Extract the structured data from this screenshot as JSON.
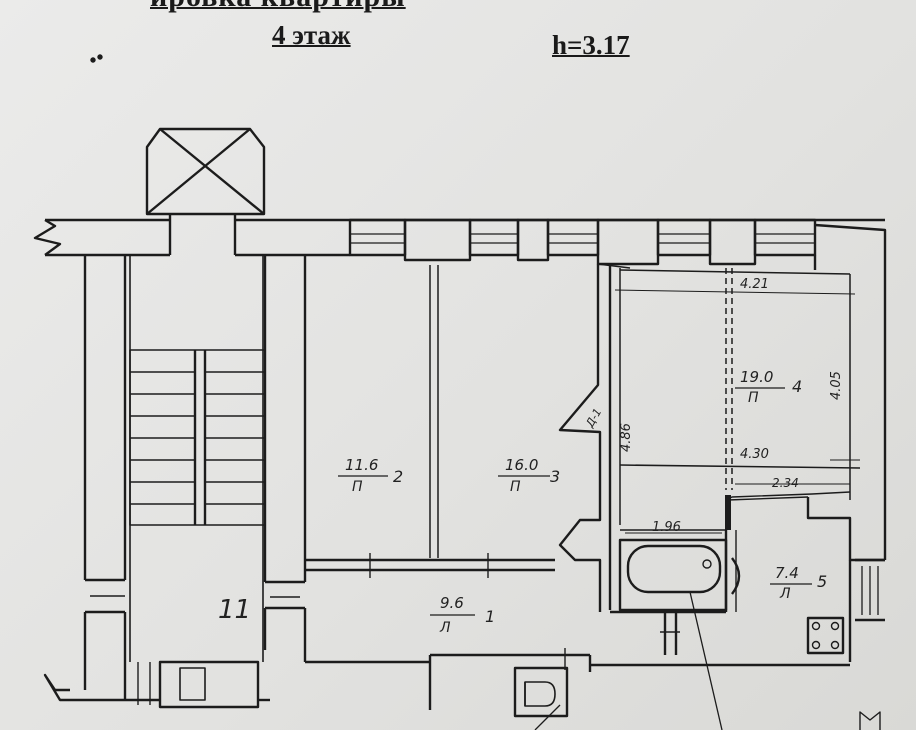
{
  "header": {
    "title": "ировка квартиры",
    "floor": "4 этаж",
    "height": "h=3.17"
  },
  "rooms": [
    {
      "id": "1",
      "area": "9.6",
      "type": "Л",
      "number": "1"
    },
    {
      "id": "2",
      "area": "11.6",
      "type": "П",
      "number": "2"
    },
    {
      "id": "3",
      "area": "16.0",
      "type": "П",
      "number": "3"
    },
    {
      "id": "4",
      "area": "19.0",
      "type": "П",
      "number": "4"
    },
    {
      "id": "5",
      "area": "7.4",
      "type": "Л",
      "number": "5"
    },
    {
      "id": "11",
      "number": "11"
    }
  ],
  "dimensions": {
    "room4_top": "4.21",
    "room4_side": "4.05",
    "room4_bottom": "4.30",
    "room3_height": "4.86",
    "corridor_width": "2.34",
    "bath_width": "1.96",
    "door_mark": "Д-1"
  },
  "colors": {
    "ink": "#1c1c1c",
    "paper": "#e6e6e4"
  }
}
